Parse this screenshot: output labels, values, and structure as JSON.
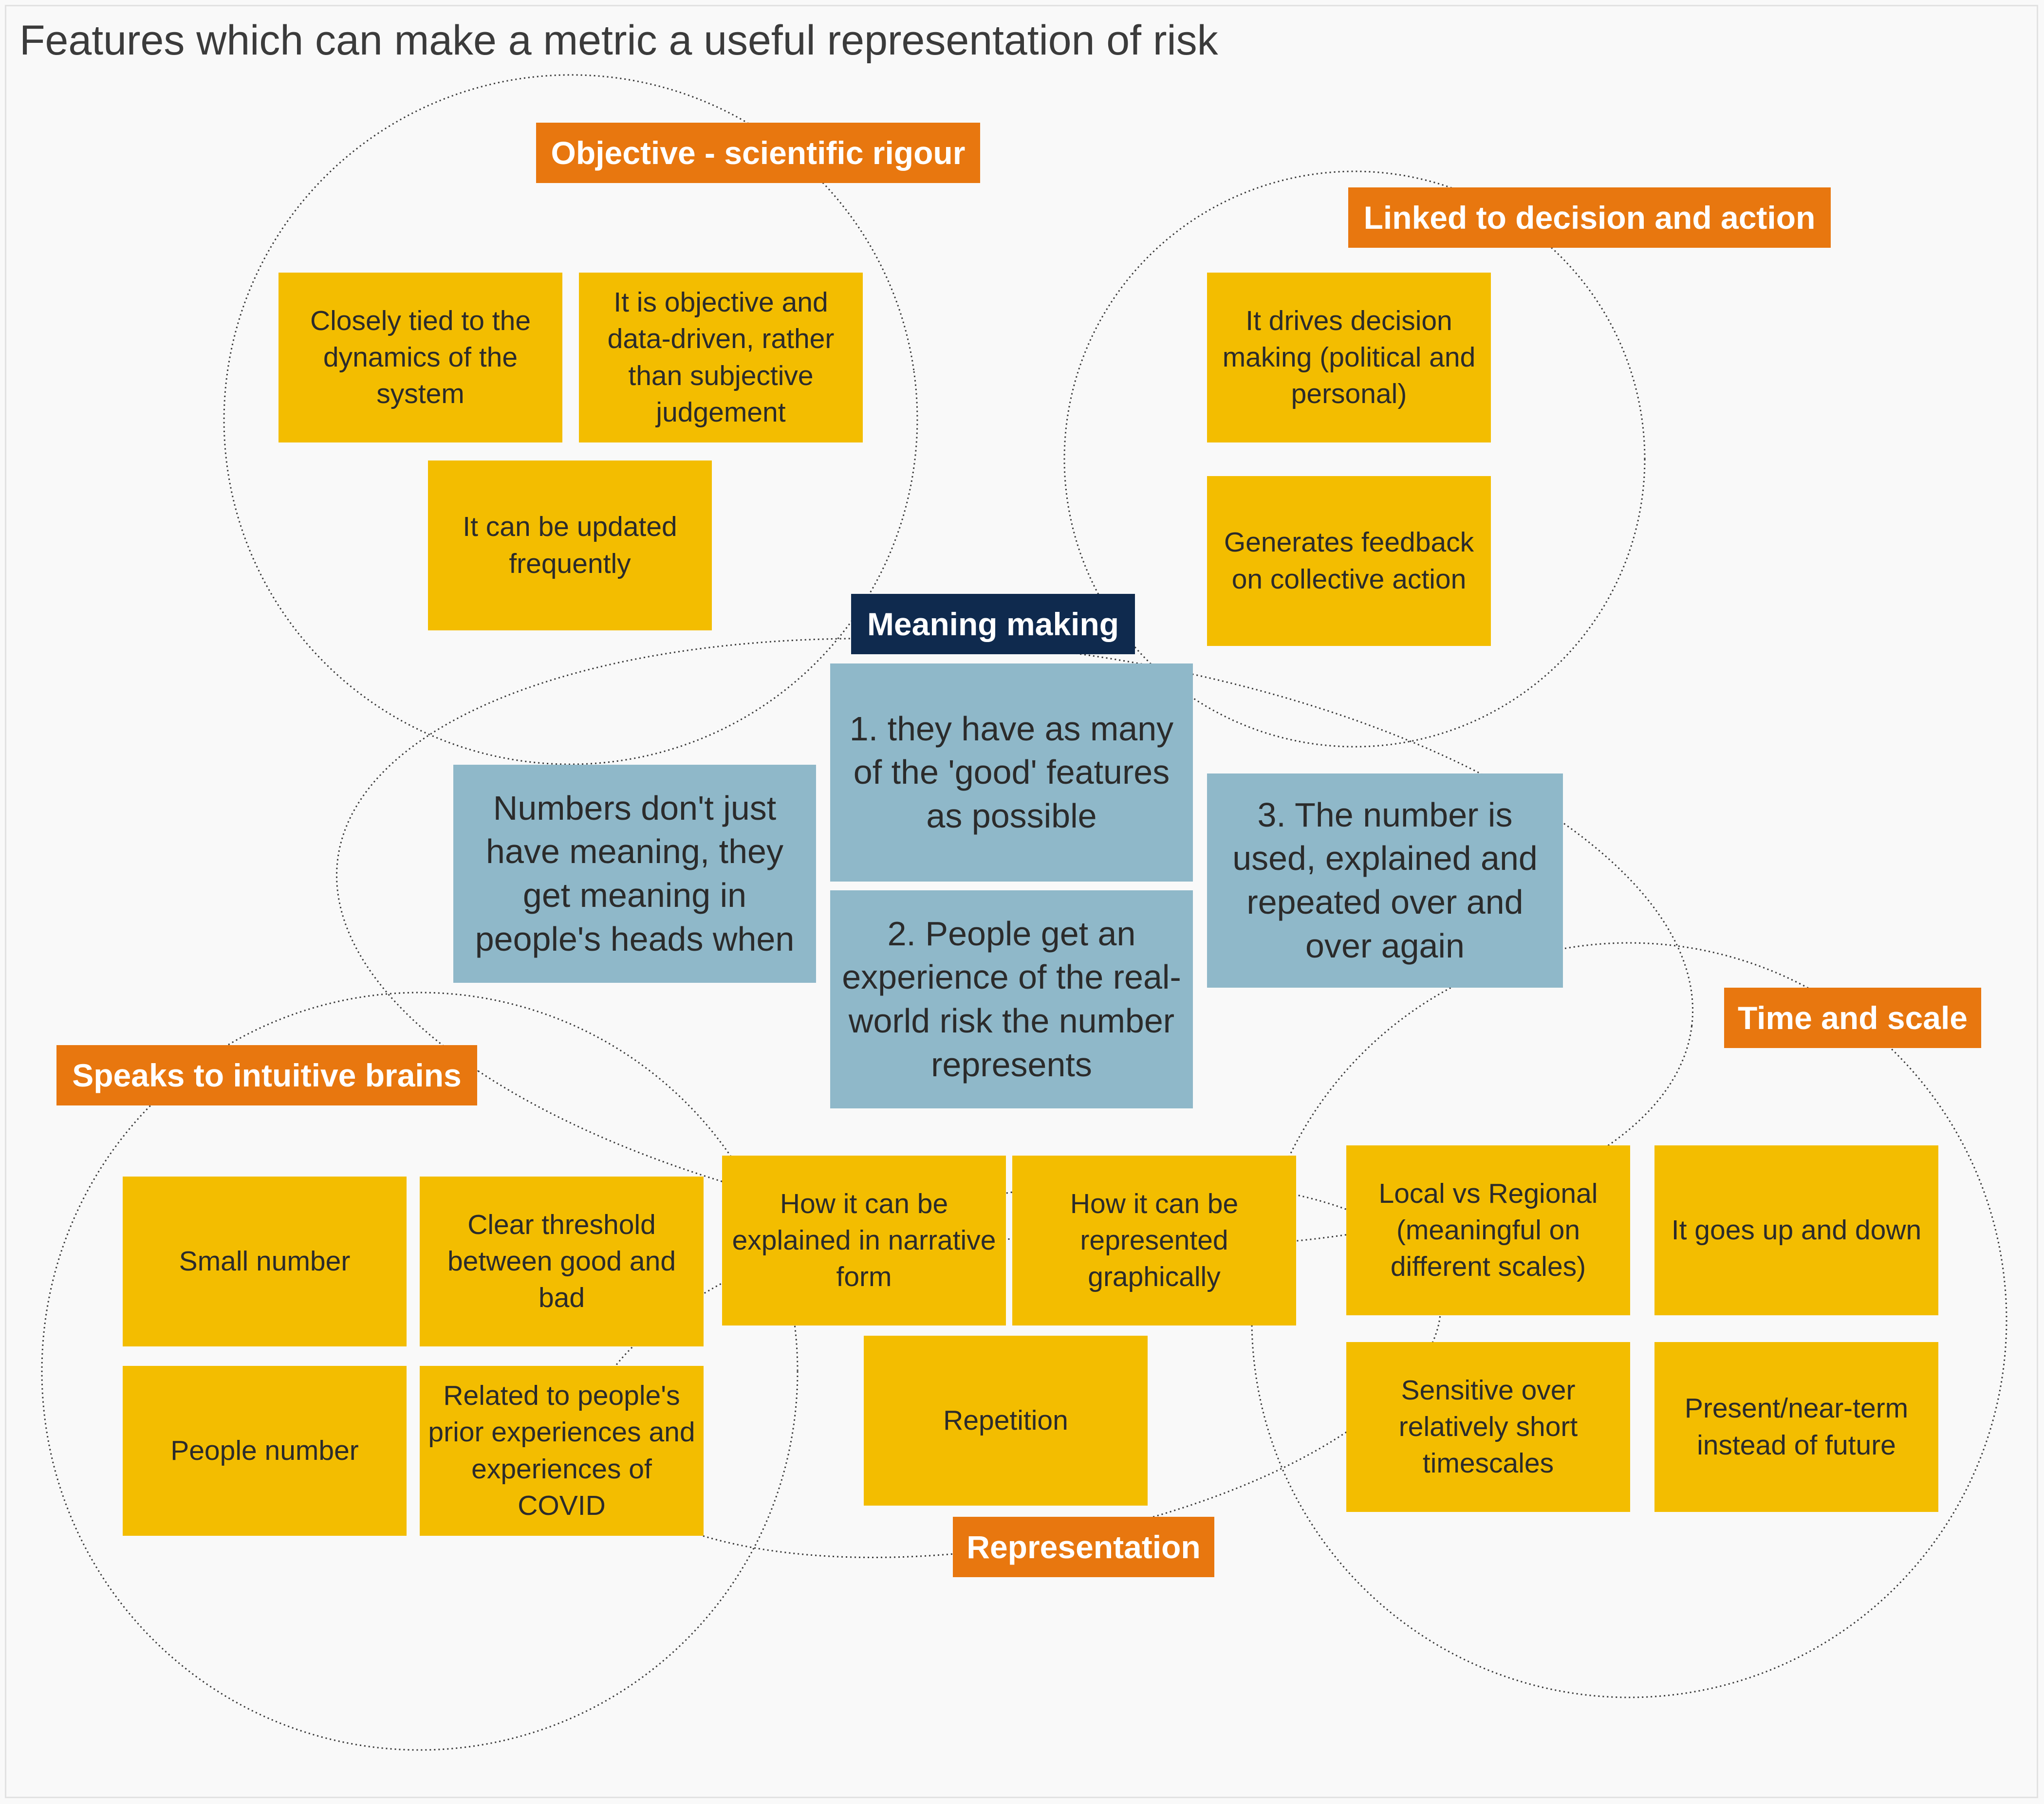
{
  "title": "Features which can make a metric a useful representation of risk",
  "colors": {
    "category_label": "#e8770f",
    "core_label": "#0f2a4e",
    "feature_note": "#f3bd00",
    "meaning_note": "#8fb8c9",
    "background": "#f9f9f9"
  },
  "groups": {
    "objective": {
      "label": "Objective - scientific rigour",
      "notes": [
        "Closely tied to the dynamics of the system",
        "It is objective and data-driven, rather than subjective judgement",
        "It can be updated frequently"
      ]
    },
    "linked": {
      "label": "Linked to decision and action",
      "notes": [
        "It drives decision making (political and personal)",
        "Generates feedback on collective action"
      ]
    },
    "meaning": {
      "label": "Meaning making",
      "notes": [
        "Numbers don't just have meaning, they get meaning in people's heads when",
        "1. they have as many of the 'good' features as possible",
        "2. People get an experience of the real-world risk the number represents",
        "3. The number is used, explained and repeated over and over again"
      ]
    },
    "intuitive": {
      "label": "Speaks to intuitive brains",
      "notes": [
        "Small number",
        "Clear threshold between good and bad",
        "People number",
        "Related to people's prior experiences and experiences of COVID"
      ]
    },
    "representation": {
      "label": "Representation",
      "notes": [
        "How it can be explained in narrative form",
        "How it can be represented graphically",
        "Repetition"
      ]
    },
    "time": {
      "label": "Time and scale",
      "notes": [
        "Local vs Regional (meaningful on different scales)",
        "It goes up and down",
        "Sensitive over relatively short timescales",
        "Present/near-term instead of future"
      ]
    }
  }
}
